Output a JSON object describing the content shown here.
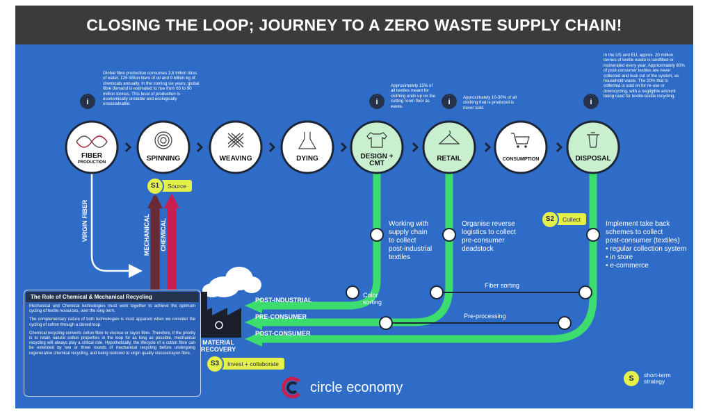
{
  "title": "CLOSING THE LOOP; JOURNEY TO A ZERO WASTE SUPPLY CHAIN!",
  "stages": [
    {
      "label": "FIBER",
      "sublabel": "PRODUCTION",
      "icon": "dna-icon"
    },
    {
      "label": "SPINNING",
      "icon": "spiral-icon"
    },
    {
      "label": "WEAVING",
      "icon": "weave-icon"
    },
    {
      "label": "DYING",
      "icon": "flask-icon"
    },
    {
      "label": "DESIGN +",
      "sublabel": "CMT",
      "icon": "tshirt-icon"
    },
    {
      "label": "RETAIL",
      "icon": "hanger-icon"
    },
    {
      "label": "CONSUMPTION",
      "icon": "cart-icon"
    },
    {
      "label": "DISPOSAL",
      "icon": "trash-icon"
    }
  ],
  "info_notes": {
    "fibre": "Global fibre production consumes 3.8 trillion litres of water, 125 trillion liters of oil and 9 billion kg of chemicals annually. In the coming six years, global fibre demand is estimated to rise from 65 to 90 million tonnes. This level of production is economically unstable and ecologically unsustainable.",
    "cutting": "Approximately 15% of all textiles meant for clothing ends up on the cutting room floor as waste.",
    "retail": "Approximately 10-30% of all clothing that is produced is never sold.",
    "disposal": "In the US and EU, approx. 20 million tonnes of textile waste is landfilled or incinerated every year. Approximately 80% of post-consumer textiles are never collected and leak out of the system, as household waste. The 20% that is collected is sold on for re-use or downcycling, with a negligible amount being used for textile-textile recycling."
  },
  "info_icon": "i",
  "strategies": {
    "s1": {
      "badge": "S1",
      "label": "Source"
    },
    "s2": {
      "badge": "S2",
      "label": "Collect"
    },
    "s3": {
      "badge": "S3",
      "label": "Invest + collaborate"
    }
  },
  "flow_labels": {
    "virgin_fiber": "VIRGIN FIBER",
    "mechanical": "MECHANICAL",
    "chemical": "CHEMICAL",
    "post_industrial": "POST-INDUSTRIAL",
    "pre_consumer": "PRE-CONSUMER",
    "post_consumer": "POST-CONSUMER",
    "material_recovery_1": "MATERIAL",
    "material_recovery_2": "RECOVERY",
    "color_sorting_1": "Color",
    "color_sorting_2": "sorting",
    "fiber_sorting": "Fiber sorting",
    "pre_processing": "Pre-processing"
  },
  "descriptions": {
    "design": [
      "Working with",
      "supply chain",
      "to collect",
      "post-industrial",
      "textiles"
    ],
    "retail": [
      "Organise reverse",
      "logistics to collect",
      "pre-consumer",
      "deadstock"
    ],
    "disposal": [
      "Implement take back",
      "schemes to collect",
      "post-consumer (textiles)",
      "• regular collection system",
      "• in store",
      "• e-commerce"
    ]
  },
  "role_box": {
    "title": "The Role of Chemical & Mechanical Recycling",
    "p1": "Mechanical and Chemical technologies must work together to achieve the optimum cycling of textile resources, over the long term.",
    "p2": "The complementary nature of both technologies is most apparent when we consider the cycling of cotton through a closed loop.",
    "p3": "Chemical recycling converts cotton fibre to viscose or rayon fibre. Therefore, if the priority is to retain natural cotton properties in the loop for as long as possible, mechanical recycling will always play a critical role. Hypothetically, the lifecycle of a cotton fibre can be extended by two or three rounds of mechanical recycling before undergoing regenerative chemical recycling, and being restored to virgin quality viscose/rayon fibre."
  },
  "logo_text": "circle economy",
  "legend": {
    "badge": "S",
    "label_1": "short-term",
    "label_2": "strategy"
  },
  "colors": {
    "background": "#2e6cc7",
    "title_bar": "#3b3b3b",
    "green_flow": "#3ddc6e",
    "stage_green": "#c8f0cf",
    "chemical_red": "#c81e50",
    "mechanical_brown": "#6a2a35",
    "strategy_yellow": "#e6f04a"
  }
}
